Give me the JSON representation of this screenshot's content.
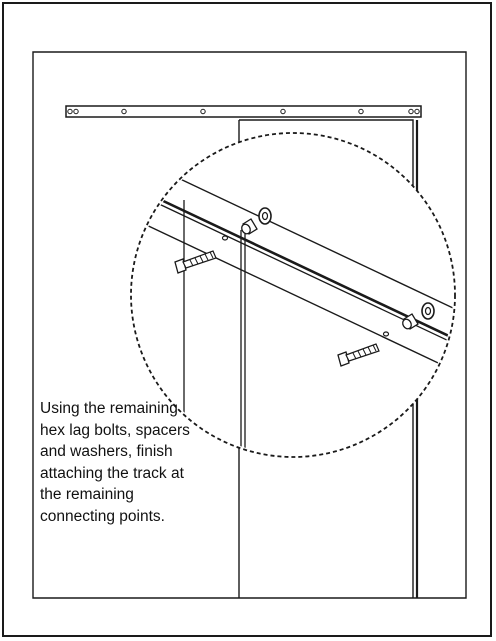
{
  "diagram": {
    "instruction_text": "Using the remaining hex lag bolts, spacers and washers, finish attaching the track at the remaining connecting points.",
    "parts": [
      "wall-opening",
      "door-panel",
      "track-rail",
      "track-holes",
      "zoom-callout",
      "hex-lag-bolt",
      "spacer",
      "washer"
    ],
    "colors": {
      "line": "#1a1a1a",
      "background": "#ffffff"
    }
  }
}
